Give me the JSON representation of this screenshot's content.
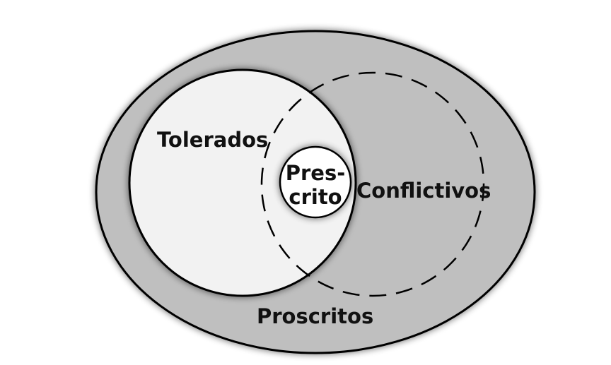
{
  "diagram": {
    "labels": {
      "tolerated": "Tolerados",
      "conflictive": "Conflictivos",
      "prescribed_line1": "Pres-",
      "prescribed_line2": "crito",
      "proscribed": "Proscritos"
    },
    "colors": {
      "outer_fill": "#bfbfbf",
      "tolerated_fill": "#f2f2f2",
      "prescribed_fill": "#ffffff",
      "stroke": "#000000",
      "text": "#111111"
    }
  }
}
